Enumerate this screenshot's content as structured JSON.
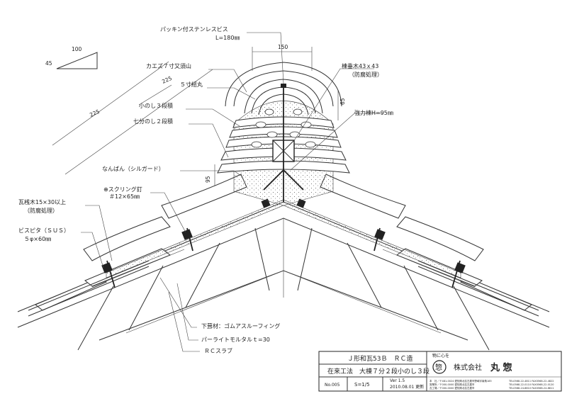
{
  "labels": {
    "packing_screw": "パッキン付ステンレスビス",
    "packing_screw_len": "L=180㎜",
    "kaezu": "カエズ７寸又須山",
    "gosun_marumaru": "５寸紐丸",
    "konoshi3": "小のし３段積",
    "shichibun2": "七分のし２段積",
    "nanban": "なんばん（シルガード）",
    "spring_nail": "⊕スクリング釘",
    "spring_nail_size": "＃12×65㎜",
    "kawarasan": "瓦桟木15×30以上",
    "kawarasan_note": "（防腐処理）",
    "bisupita": "ビスピタ（ＳＵＳ）",
    "bisupita_size": "５φ×60㎜",
    "munegi": "棟垂木43ｘ43",
    "munegi_note": "（防腐処理）",
    "kyoryoku": "強力棟H=95㎜",
    "shitabuki": "下葺材：ゴムアスルーフィング",
    "perlite": "パーライトモルタルｔ=30",
    "rc_slab": "ＲＣスラブ"
  },
  "dimensions": {
    "slope_run": "100",
    "slope_rise": "45",
    "d225a": "225",
    "d225b": "225",
    "d150": "150",
    "d65": "65",
    "d95": "95"
  },
  "title_block": {
    "title1": "Ｊ形和瓦53Ｂ　ＲＣ造",
    "title2": "在来工法　大棟７分２段小のし３段",
    "no": "No.005",
    "scale": "S=1/5",
    "version": "Ver 1.5",
    "date": "2010.08.01 更新",
    "company": "株式会社",
    "company_name": "丸 惣",
    "slogan": "物に心を",
    "logo_char": "惣",
    "addr1": "本　社／〒481-0024 愛知県北名古屋市野崎字南角183",
    "addr2": "営業所／〒000-0000 愛知県北名古屋市",
    "addr3": "瓦工場／〒000-0000 愛知県北名古屋市",
    "tel1": "TEL0568-22-4811 FAX0568-22-4822",
    "tel2": "TEL0568-22-0110 FAX0568-22-0120",
    "tel3": "TEL0568-24-8810 FAX0568-24-8811"
  },
  "colors": {
    "line": "#222222",
    "paper": "#ffffff"
  }
}
